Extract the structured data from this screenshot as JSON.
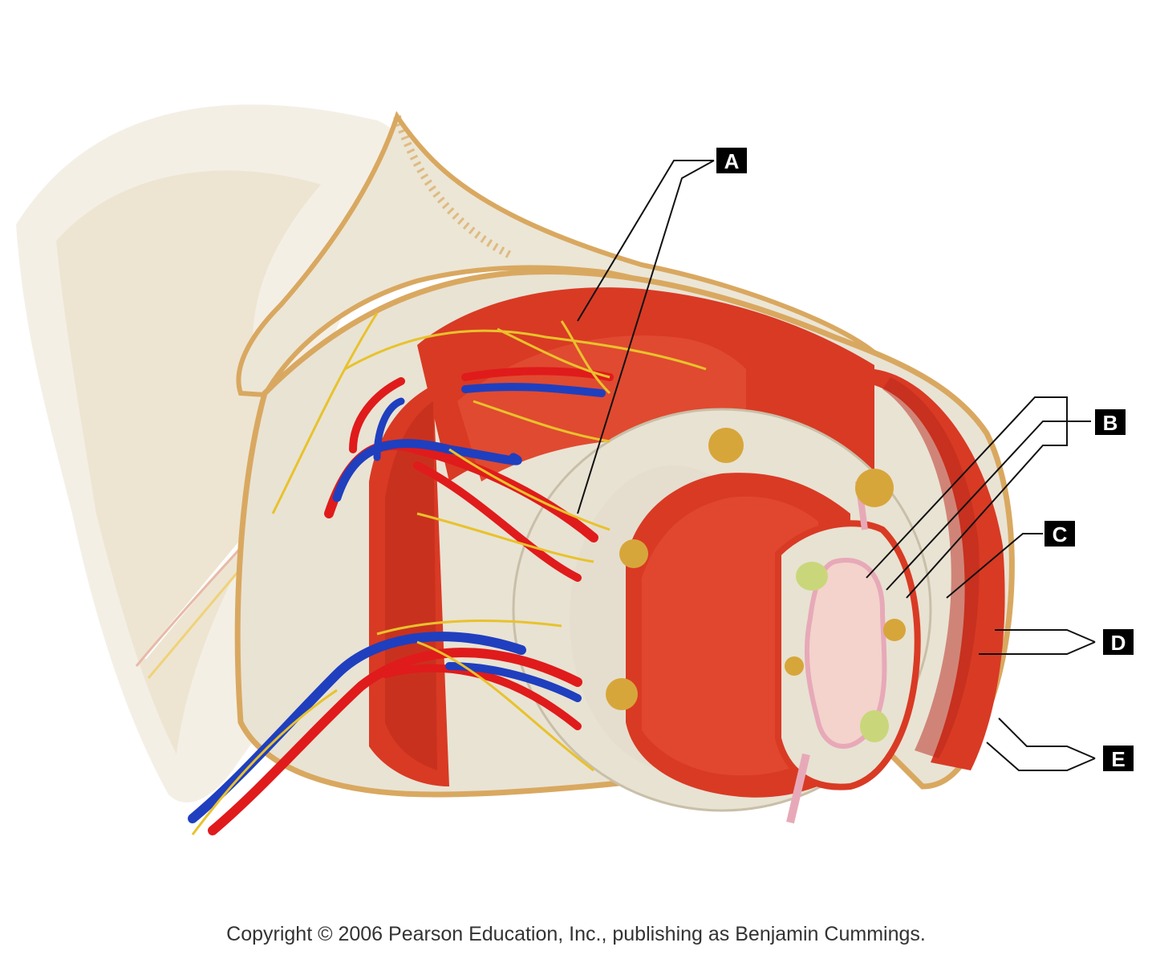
{
  "labels": {
    "a": "A",
    "b": "B",
    "c": "C",
    "d": "D",
    "e": "E"
  },
  "copyright": "Copyright © 2006 Pearson Education, Inc., publishing as Benjamin Cummings.",
  "colors": {
    "background": "#ffffff",
    "muscle": "#d93a24",
    "muscle_dark": "#b8261a",
    "connective_tissue": "#e8e2d2",
    "mesentery": "#efe6d2",
    "serosa_border": "#d9a860",
    "artery": "#e01b1b",
    "vein": "#1f3fbf",
    "nerve": "#e8c22c",
    "mucosa": "#e7a9b8",
    "lumen": "#f3d3cc",
    "gland": "#d7a63a",
    "lymph_nodule": "#c9d77a",
    "label_box": "#000000",
    "label_text": "#ffffff"
  }
}
